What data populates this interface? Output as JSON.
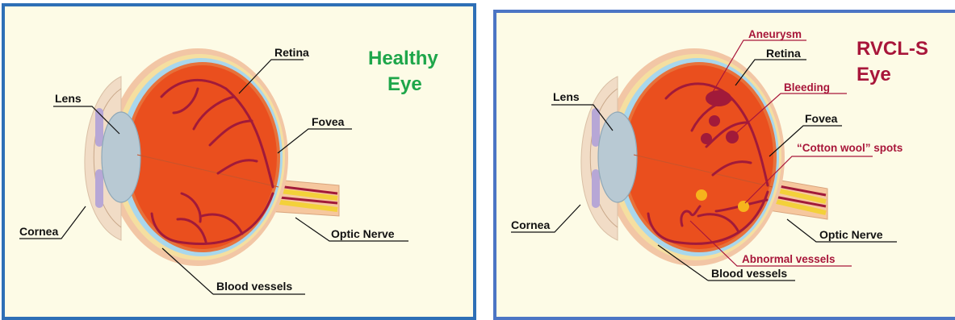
{
  "healthy": {
    "title_line1": "Healthy",
    "title_line2": "Eye",
    "labels": {
      "retina": "Retina",
      "lens": "Lens",
      "fovea": "Fovea",
      "cornea": "Cornea",
      "optic_nerve": "Optic Nerve",
      "blood_vessels": "Blood vessels"
    }
  },
  "rvcl": {
    "title_line1": "RVCL-S",
    "title_line2": "Eye",
    "labels": {
      "aneurysm": "Aneurysm",
      "retina": "Retina",
      "bleeding": "Bleeding",
      "lens": "Lens",
      "fovea": "Fovea",
      "cotton_wool": "“Cotton wool” spots",
      "cornea": "Cornea",
      "optic_nerve": "Optic Nerve",
      "abnormal_vessels": "Abnormal vessels",
      "blood_vessels": "Blood vessels"
    }
  },
  "colors": {
    "healthy_border": "#2e6fb6",
    "rvcl_border": "#4c75c4",
    "healthy_title": "#1ea64a",
    "rvcl_label": "#a8163a",
    "background": "#fdfbe6"
  }
}
